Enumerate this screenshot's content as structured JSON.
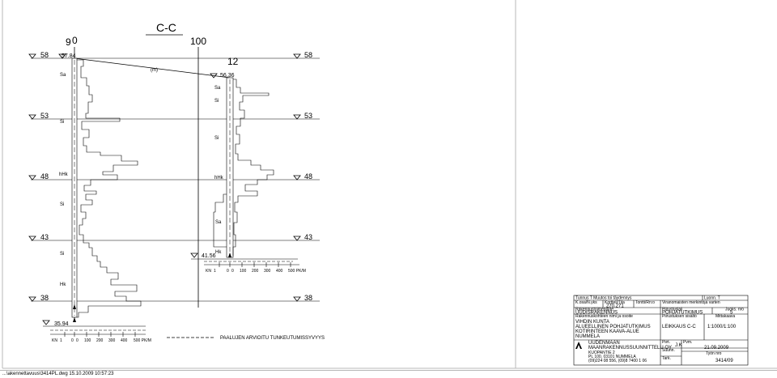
{
  "section": {
    "title": "C-C",
    "left_scale": [
      "9",
      "0"
    ],
    "hundred_label": "100",
    "second_boring": "12",
    "top_level_b1": "57.84",
    "top_level_b2": "56.36",
    "bottom_level_b1": "35.94",
    "bottom_level_b2": "41.56",
    "elevations": [
      "58",
      "53",
      "48",
      "43",
      "38"
    ],
    "soil_b1": [
      "Sa",
      "Si",
      "hHk",
      "Si",
      "Si",
      "Hk"
    ],
    "soil_b2": [
      "Sa",
      "Si",
      "Si",
      "hHk",
      "Sa",
      "Hk"
    ],
    "arrow_text": "(m)",
    "legend_text": "PAALUJEN ARVIOITU TUNKEUTUMISSYVYYS"
  },
  "scale_b1": {
    "kn": "KN",
    "kn_value": "1",
    "ticks": [
      "0",
      "0",
      "100",
      "200",
      "300",
      "400",
      "500 PK/M"
    ]
  },
  "scale_b2": {
    "kn": "KN",
    "kn_value": "1",
    "ticks": [
      "0",
      "0",
      "100",
      "200",
      "300",
      "400",
      "500 PK/M"
    ]
  },
  "title_block": {
    "row1_left": "Tunnus  T Muutos  toi  täydennys",
    "row1_right": "Luonn. T",
    "row2_col1": "K.osa/N.yks",
    "row2_col2": "Kortteli/Tila",
    "row2_col3": "Tontti/Rn:o",
    "row2_col4": "Viranomaisten merkintöjä varten",
    "kortteli_value": "270.271",
    "rakennus_label": "Rakennustoimenpide",
    "rakennus_value": "UUDISRAKENNUS",
    "piirustus_label": "Piirustuslaji",
    "piirustus_value": "POHJATUTKIMUS",
    "juoks_label": "Juoks. nro",
    "juoks_value": "5",
    "kohde_label": "Rakennuskohteen nimi ja osoite",
    "piirustuksen_label": "Piirustuksen sisältö",
    "mittakaava_label": "Mittakaava",
    "address": [
      "VIHDIN KUNTA",
      "ALUEELLINEN POHJATUTKIMUS",
      "KOTIRINTEEN KAAVA-ALUE",
      "NUMMELA"
    ],
    "sisalto_value": "LEIKKAUS C-C",
    "mittakaava_value": "1:1000/1:100",
    "company_name": [
      "UUDENMAAN",
      "MAANRAKENNUSSUUNNITTELU OY"
    ],
    "company_address": [
      "KUOPANTIE 2",
      "PL 100, 03101 NUMMELA",
      "(09)224 08 556, (09)8 7400 1 06"
    ],
    "piirt_label": "Piirt.",
    "piirt_value": "J.K",
    "suunn_label": "Suunn.",
    "tark_label": "Tark.",
    "pvm_label": "Pvm.",
    "pvm_value": "21.09.2009",
    "tyon_label": "Työn  nro",
    "tyon_value": "3414/09"
  },
  "status_bar": {
    "text": "...\\akennettavuus\\3414PL.dwg  15.10.2009 10:57:23"
  }
}
